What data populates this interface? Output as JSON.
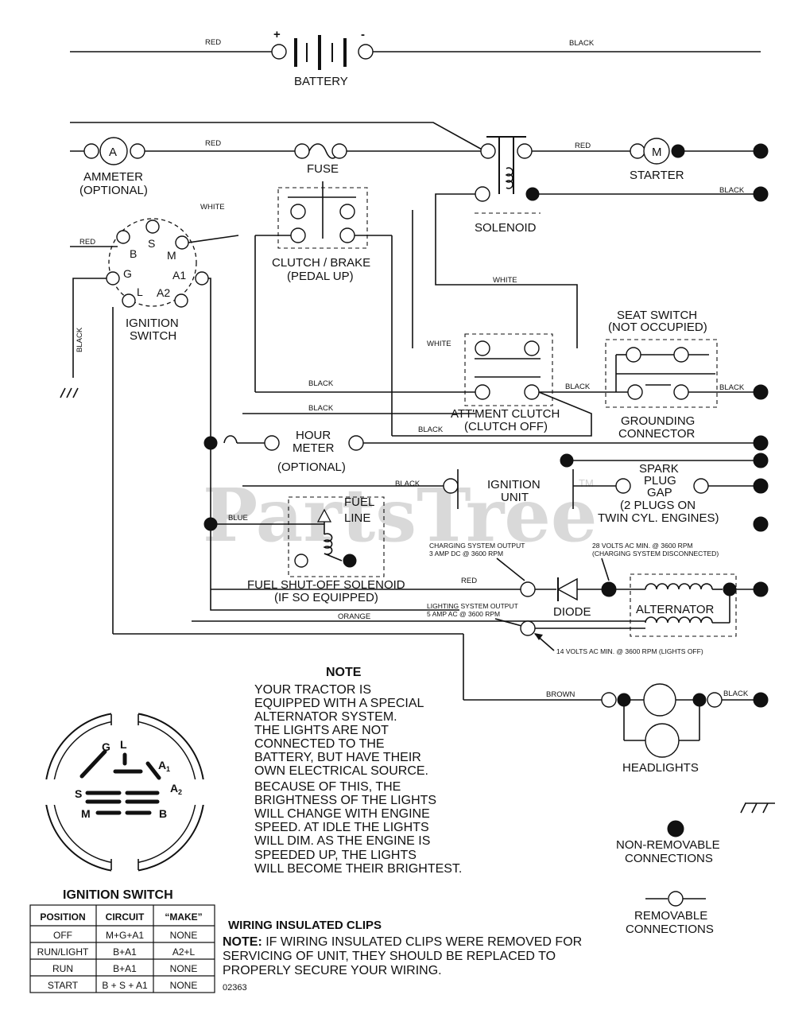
{
  "watermark": {
    "text": "PartsTree",
    "tm": "TM"
  },
  "wires": {
    "red": "RED",
    "black": "BLACK",
    "white": "WHITE",
    "blue": "BLUE",
    "orange": "ORANGE",
    "brown": "BROWN"
  },
  "battery": {
    "label": "BATTERY",
    "plus": "+",
    "minus": "-"
  },
  "ammeter": {
    "symbol": "A",
    "label_line1": "AMMETER",
    "label_line2": "(OPTIONAL)"
  },
  "fuse": {
    "label": "FUSE"
  },
  "starter": {
    "symbol": "M",
    "label": "STARTER"
  },
  "solenoid": {
    "label": "SOLENOID"
  },
  "clutch_brake": {
    "line1": "CLUTCH / BRAKE",
    "line2": "(PEDAL UP)"
  },
  "ignition_switch": {
    "line1": "IGNITION",
    "line2": "SWITCH",
    "terminals": {
      "s": "S",
      "b": "B",
      "m": "M",
      "g": "G",
      "a1": "A1",
      "l": "L",
      "a2": "A2"
    }
  },
  "seat_switch": {
    "line1": "SEAT SWITCH",
    "line2": "(NOT OCCUPIED)"
  },
  "grounding_connector": {
    "line1": "GROUNDING",
    "line2": "CONNECTOR"
  },
  "attachment_clutch": {
    "line1": "ATT'MENT CLUTCH",
    "line2": "(CLUTCH OFF)"
  },
  "hour_meter": {
    "line1": "HOUR",
    "line2": "METER",
    "line3": "(OPTIONAL)"
  },
  "ignition_unit": {
    "line1": "IGNITION",
    "line2": "UNIT"
  },
  "spark_plug": {
    "line1": "SPARK",
    "line2": "PLUG",
    "line3": "GAP",
    "line4": "(2 PLUGS ON",
    "line5": "TWIN CYL. ENGINES)"
  },
  "fuel_line": {
    "line1": "FUEL",
    "line2": "LINE"
  },
  "fuel_solenoid": {
    "line1": "FUEL SHUT-OFF SOLENOID",
    "line2": "(IF SO EQUIPPED)"
  },
  "charging": {
    "output_line1": "CHARGING SYSTEM OUTPUT",
    "output_line2": "3 AMP DC @ 3600 RPM",
    "volts_line1": "28 VOLTS AC MIN. @ 3600 RPM",
    "volts_line2": "(CHARGING SYSTEM DISCONNECTED)"
  },
  "lighting": {
    "output_line1": "LIGHTING SYSTEM OUTPUT",
    "output_line2": "5 AMP AC @ 3600 RPM",
    "volts": "14 VOLTS AC MIN. @ 3600 RPM (LIGHTS OFF)"
  },
  "diode": {
    "label": "DIODE"
  },
  "alternator": {
    "label": "ALTERNATOR"
  },
  "headlights": {
    "label": "HEADLIGHTS"
  },
  "note": {
    "title": "NOTE",
    "lines": [
      "YOUR TRACTOR IS",
      "EQUIPPED WITH A SPECIAL",
      "ALTERNATOR SYSTEM.",
      "THE LIGHTS ARE NOT",
      "CONNECTED TO THE",
      "BATTERY, BUT HAVE THEIR",
      "OWN ELECTRICAL SOURCE.",
      "BECAUSE OF THIS, THE",
      "BRIGHTNESS OF THE LIGHTS",
      "WILL CHANGE WITH ENGINE",
      "SPEED.  AT IDLE THE LIGHTS",
      "WILL DIM.  AS THE ENGINE IS",
      "SPEEDED UP, THE LIGHTS",
      "WILL BECOME THEIR BRIGHTEST."
    ]
  },
  "legend": {
    "non_removable_line1": "NON-REMOVABLE",
    "non_removable_line2": "CONNECTIONS",
    "removable_line1": "REMOVABLE",
    "removable_line2": "CONNECTIONS"
  },
  "switch_face": {
    "g": "G",
    "l": "L",
    "a1": "A",
    "a1_sub": "1",
    "a2": "A",
    "a2_sub": "2",
    "s": "S",
    "m": "M",
    "b": "B"
  },
  "switch_table": {
    "title": "IGNITION SWITCH",
    "headers": [
      "POSITION",
      "CIRCUIT",
      "“MAKE”"
    ],
    "rows": [
      [
        "OFF",
        "M+G+A1",
        "NONE"
      ],
      [
        "RUN/LIGHT",
        "B+A1",
        "A2+L"
      ],
      [
        "RUN",
        "B+A1",
        "NONE"
      ],
      [
        "START",
        "B + S + A1",
        "NONE"
      ]
    ]
  },
  "clips": {
    "title": "WIRING INSULATED CLIPS",
    "note_bold": "NOTE:",
    "line1": " IF WIRING INSULATED CLIPS WERE REMOVED FOR",
    "line2": "SERVICING OF UNIT, THEY SHOULD BE REPLACED TO",
    "line3": "PROPERLY SECURE YOUR WIRING."
  },
  "code": "02363"
}
